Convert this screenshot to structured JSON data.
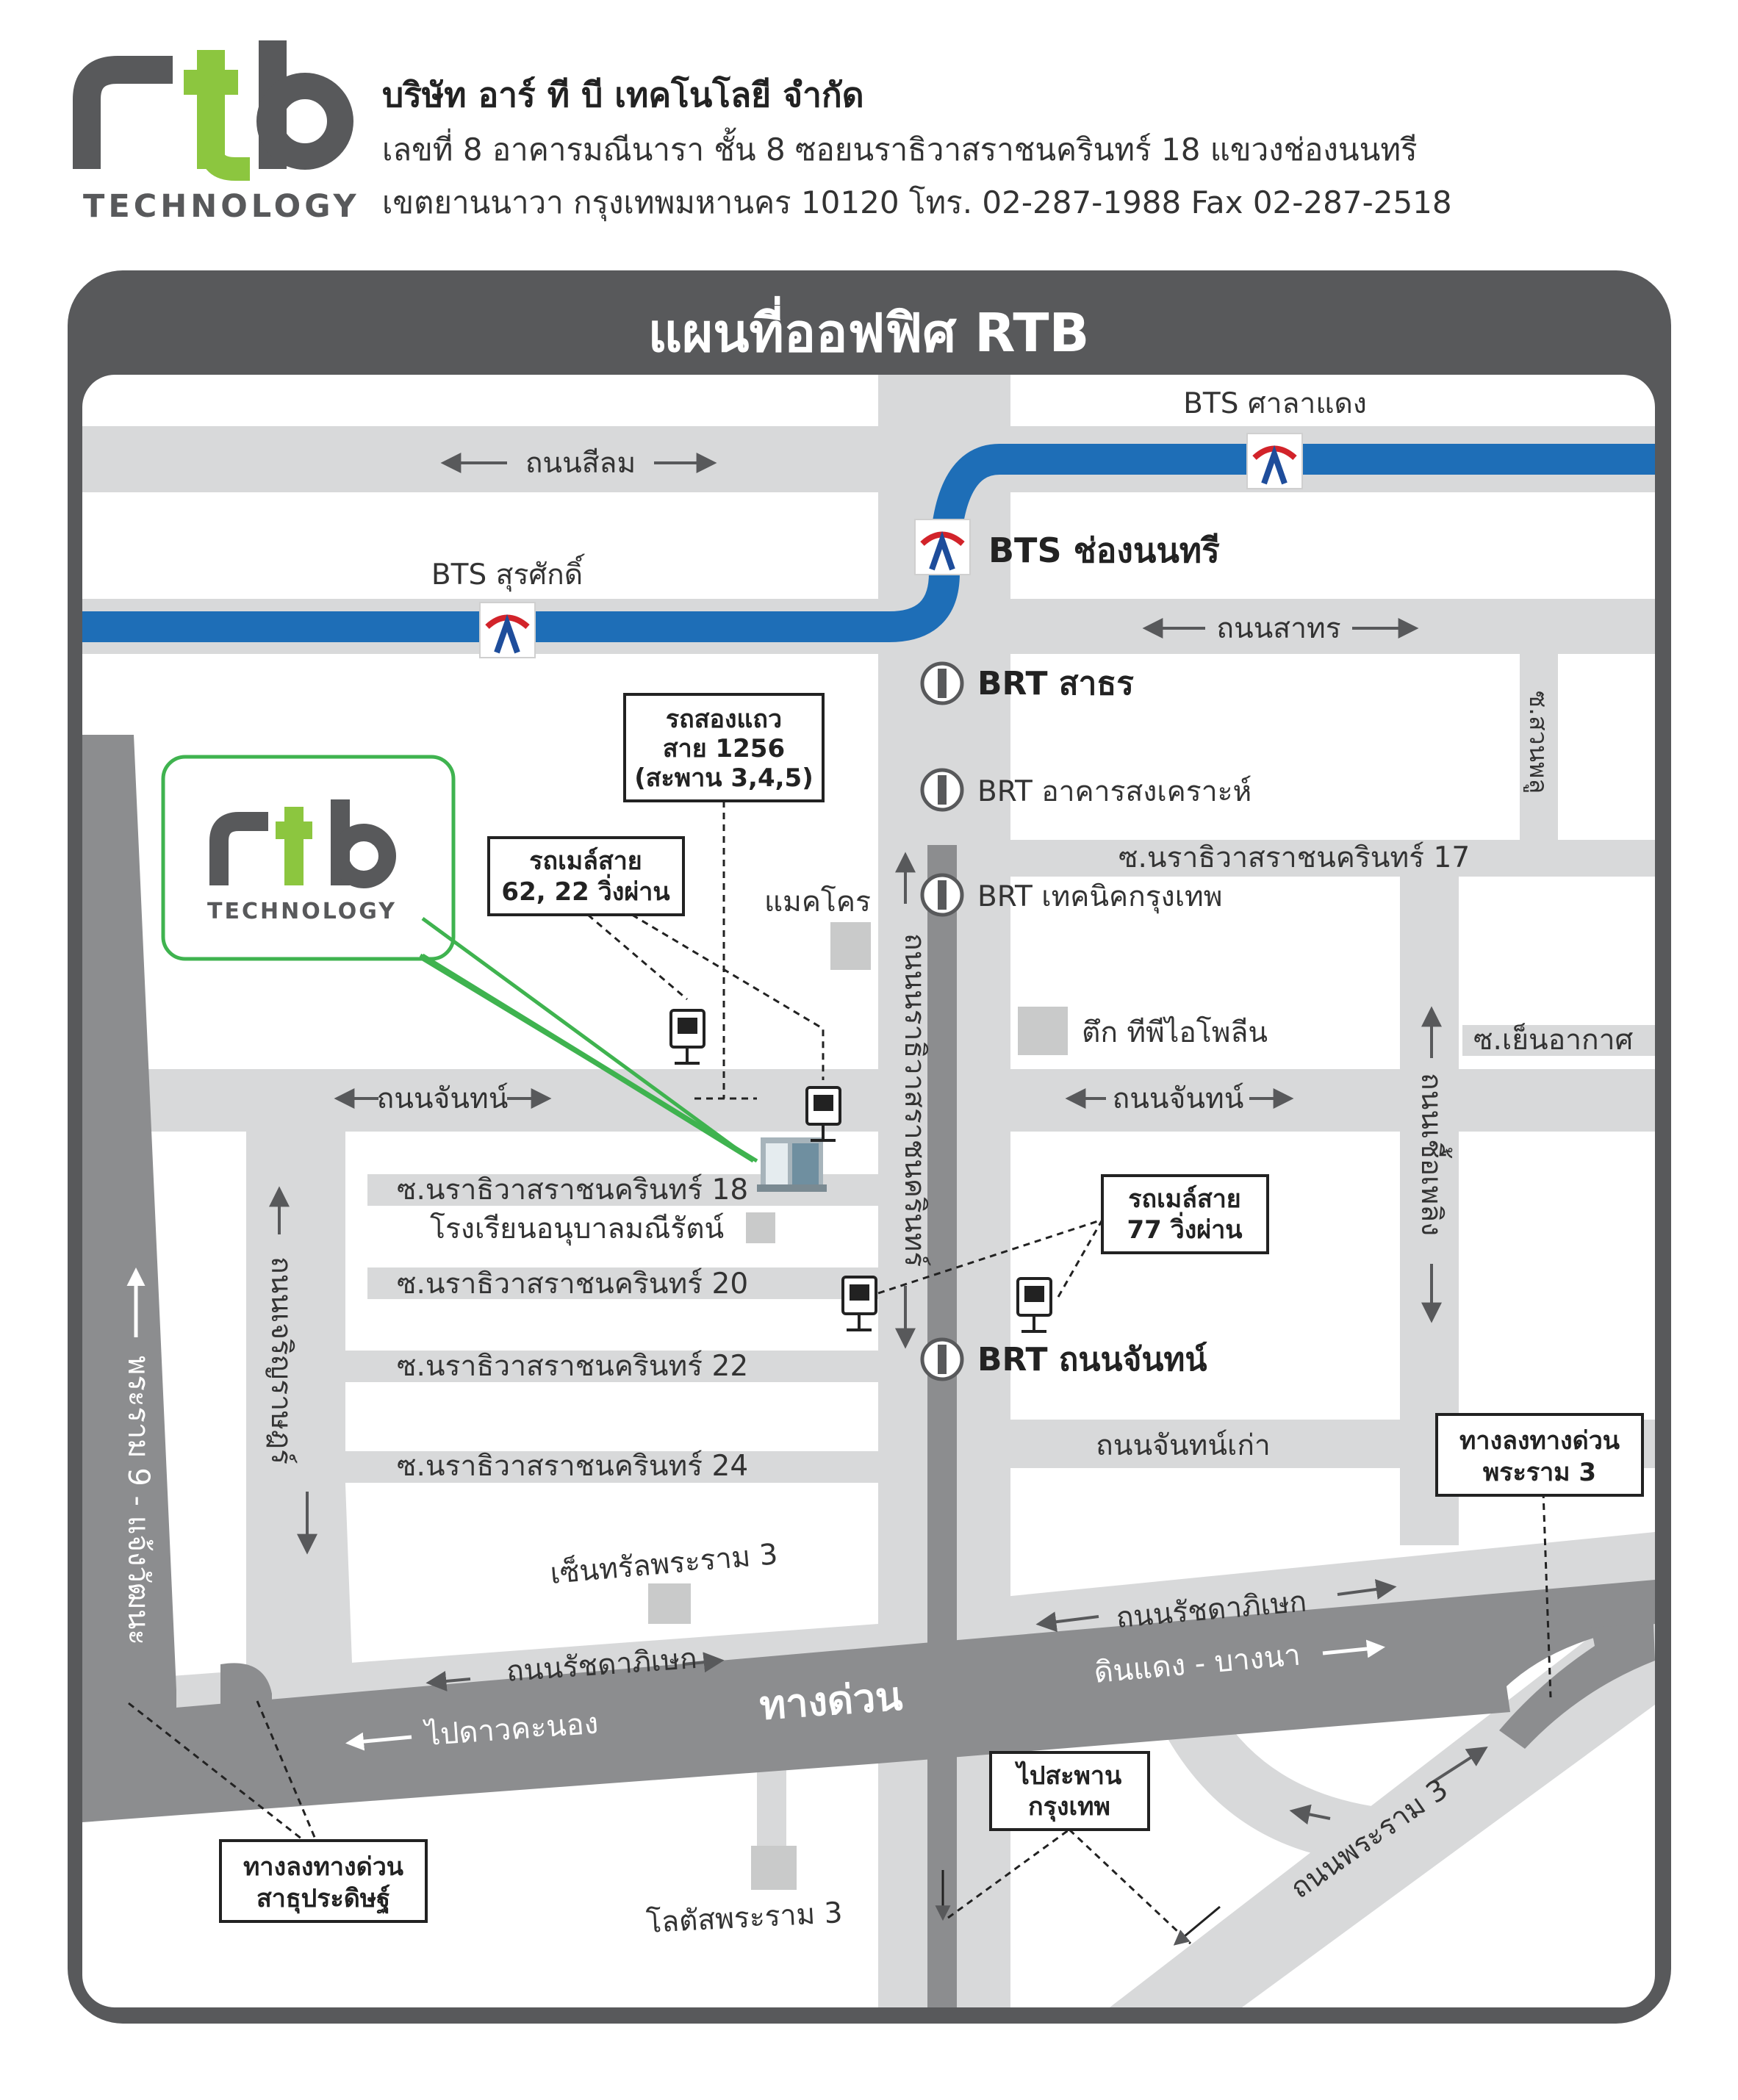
{
  "brand": {
    "logo_text": "rtb",
    "logo_sub": "TECHNOLOGY",
    "accent_green": "#8cc63f",
    "dark_gray": "#58595b"
  },
  "header": {
    "company_name": "บริษัท อาร์ ที บี เทคโนโลยี จำกัด",
    "address_line1": "เลขที่ 8  อาคารมณีนารา  ชั้น 8   ซอยนราธิวาสราชนครินทร์ 18   แขวงช่องนนทรี",
    "address_line2": "เขตยานนาวา  กรุงเทพมหานคร  10120    โทร. 02-287-1988    Fax  02-287-2518"
  },
  "map": {
    "title": "แผนที่ออฟฟิศ RTB",
    "colors": {
      "frame": "#58595b",
      "road": "#d8d9da",
      "highway": "#8c8d8f",
      "bts_line": "#1e6eb7",
      "callout_green": "#3fb34f"
    },
    "roads": {
      "silom": "ถนนสีลม",
      "sathorn": "ถนนสาทร",
      "chan_left": "ถนนจันทน์",
      "chan_right": "ถนนจันทน์",
      "chan_old": "ถนนจันทน์เก่า",
      "ratchada_left": "ถนนรัชดาภิเษก",
      "ratchada_right": "ถนนรัชดาภิเษก",
      "narathiwat": "ถนนนราธิวาสราชนครินทร์",
      "charoenrat": "ถนนเจริญราษฎร์",
      "rama3": "ถนนพระราม 3",
      "chuea_phloeng": "ถนนเชื้อเพลิง",
      "rama9": "พระราม 9 - แจ้งวัฒนะ",
      "soi_lane_right": "ซ.สวนพลู",
      "soi17": "ซ.นราธิวาสราชนครินทร์ 17",
      "soi18": "ซ.นราธิวาสราชนครินทร์ 18",
      "soi20": "ซ.นราธิวาสราชนครินทร์ 20",
      "soi22": "ซ.นราธิวาสราชนครินทร์ 22",
      "soi24": "ซ.นราธิวาสราชนครินทร์ 24",
      "soi_yen": "ซ.เย็นอากาศ"
    },
    "expressway": {
      "name": "ทางด่วน",
      "to_daokanong": "ไปดาวคะนอง",
      "dindaeng": "ดินแดง - บางนา"
    },
    "bts": {
      "chong_nonsi": "BTS ช่องนนทรี",
      "sala_daeng": "BTS ศาลาแดง",
      "surasak": "BTS สุรศักดิ์"
    },
    "brt": {
      "sathorn": "BRT สาธร",
      "songkhro": "BRT อาคารสงเคราะห์",
      "technic": "BRT เทคนิคกรุงเทพ",
      "chan": "BRT ถนนจันทน์"
    },
    "landmarks": {
      "makro": "แมคโคร",
      "tpi": "ตึก ทีพีไอโพลีน",
      "school": "โรงเรียนอนุบาลมณีรัตน์",
      "central": "เซ็นทรัลพระราม 3",
      "lotus": "โลตัสพระราม 3"
    },
    "boxes": {
      "songthaew": [
        "รถสองแถว",
        "สาย 1256",
        "(สะพาน 3,4,5)"
      ],
      "bus_62": [
        "รถเมล์สาย",
        "62, 22 วิ่งผ่าน"
      ],
      "bus_77": [
        "รถเมล์สาย",
        "77 วิ่งผ่าน"
      ],
      "exit_rama3": [
        "ทางลงทางด่วน",
        "พระราม 3"
      ],
      "exit_sathu": [
        "ทางลงทางด่วน",
        "สาธุประดิษฐ์"
      ],
      "to_bridge": [
        "ไปสะพาน",
        "กรุงเทพ"
      ]
    },
    "callout": {
      "logo_text": "rtb",
      "logo_sub": "TECHNOLOGY"
    }
  }
}
